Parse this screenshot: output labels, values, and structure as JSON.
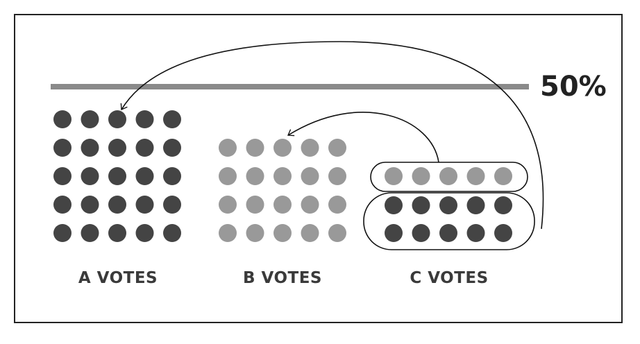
{
  "threshold_label": "50%",
  "colors": {
    "frame": "#222222",
    "threshold_line": "#8a8a8a",
    "dark_dot": "#444444",
    "light_dot": "#999999",
    "label_text": "#3a3a3a",
    "threshold_text": "#222222"
  },
  "columns": [
    {
      "id": "a",
      "label": "A VOTES",
      "rows": 5,
      "dots_per_row": 5,
      "dot_color": "dark"
    },
    {
      "id": "b",
      "label": "B VOTES",
      "rows": 4,
      "dots_per_row": 5,
      "dot_color": "light"
    },
    {
      "id": "c",
      "label": "C VOTES",
      "rows": 3,
      "dots_per_row": 5,
      "groups": [
        {
          "rows": 1,
          "dot_color": "light",
          "transfers_to": "b"
        },
        {
          "rows": 2,
          "dot_color": "dark",
          "transfers_to": "a"
        }
      ]
    }
  ]
}
